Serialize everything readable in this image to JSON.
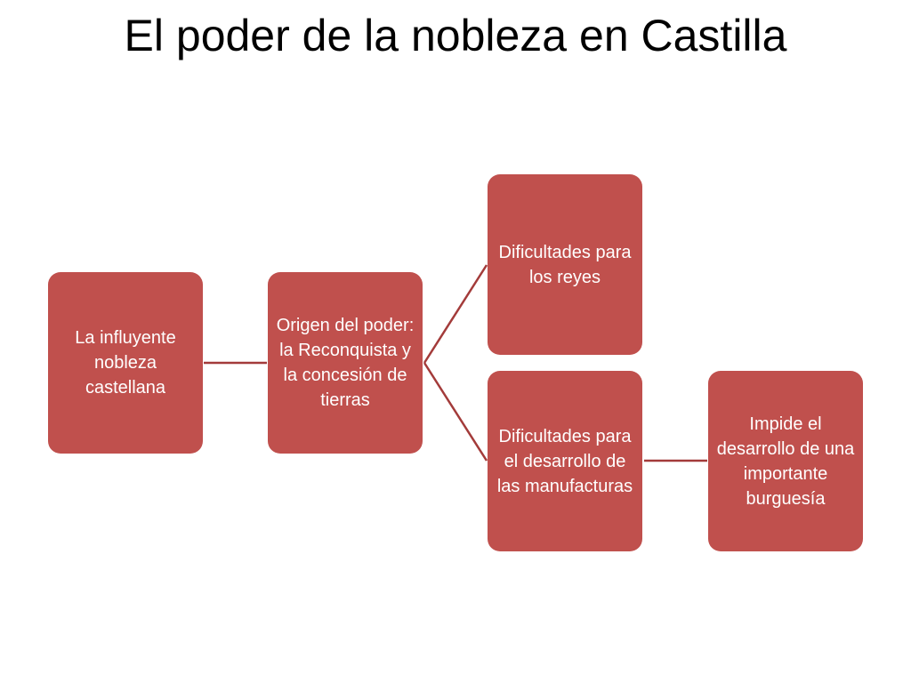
{
  "title": "El poder de la nobleza en Castilla",
  "colors": {
    "node_fill": "#c0504d",
    "connector": "#a33b3a",
    "text_on_node": "#ffffff"
  },
  "nodes": {
    "nobility": "La influyente nobleza castellana",
    "origin": "Origen del poder: la Reconquista y la concesión de tierras",
    "difficulties_kings": "Dificultades para los reyes",
    "difficulties_manufactures": "Dificultades para el desarrollo de las manufacturas",
    "bourgeoisie": "Impide el desarrollo de una importante burguesía"
  }
}
